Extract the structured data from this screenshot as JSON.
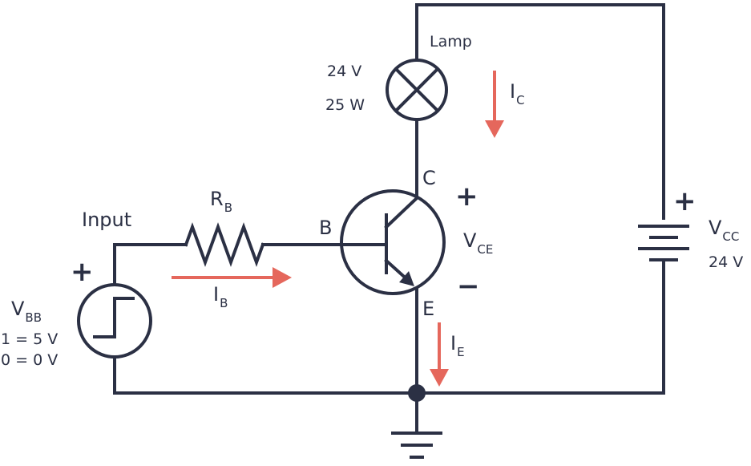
{
  "lamp": {
    "label": "Lamp",
    "voltage": "24 V",
    "power": "25 W"
  },
  "collector_current": {
    "main": "I",
    "sub": "C"
  },
  "base_current": {
    "main": "I",
    "sub": "B"
  },
  "emitter_current": {
    "main": "I",
    "sub": "E"
  },
  "resistor": {
    "main": "R",
    "sub": "B"
  },
  "input": {
    "label": "Input"
  },
  "source_vbb": {
    "main": "V",
    "sub": "BB",
    "high": "1 = 5 V",
    "low": "0 = 0 V",
    "plus": "+"
  },
  "transistor": {
    "collector": "C",
    "base": "B",
    "emitter": "E"
  },
  "vce": {
    "main": "V",
    "sub": "CE",
    "plus": "+",
    "minus": "−"
  },
  "supply_vcc": {
    "main": "V",
    "sub": "CC",
    "value": "24 V",
    "plus": "+"
  },
  "colors": {
    "wire": "#2b3044",
    "current_arrow": "#e5675c"
  }
}
